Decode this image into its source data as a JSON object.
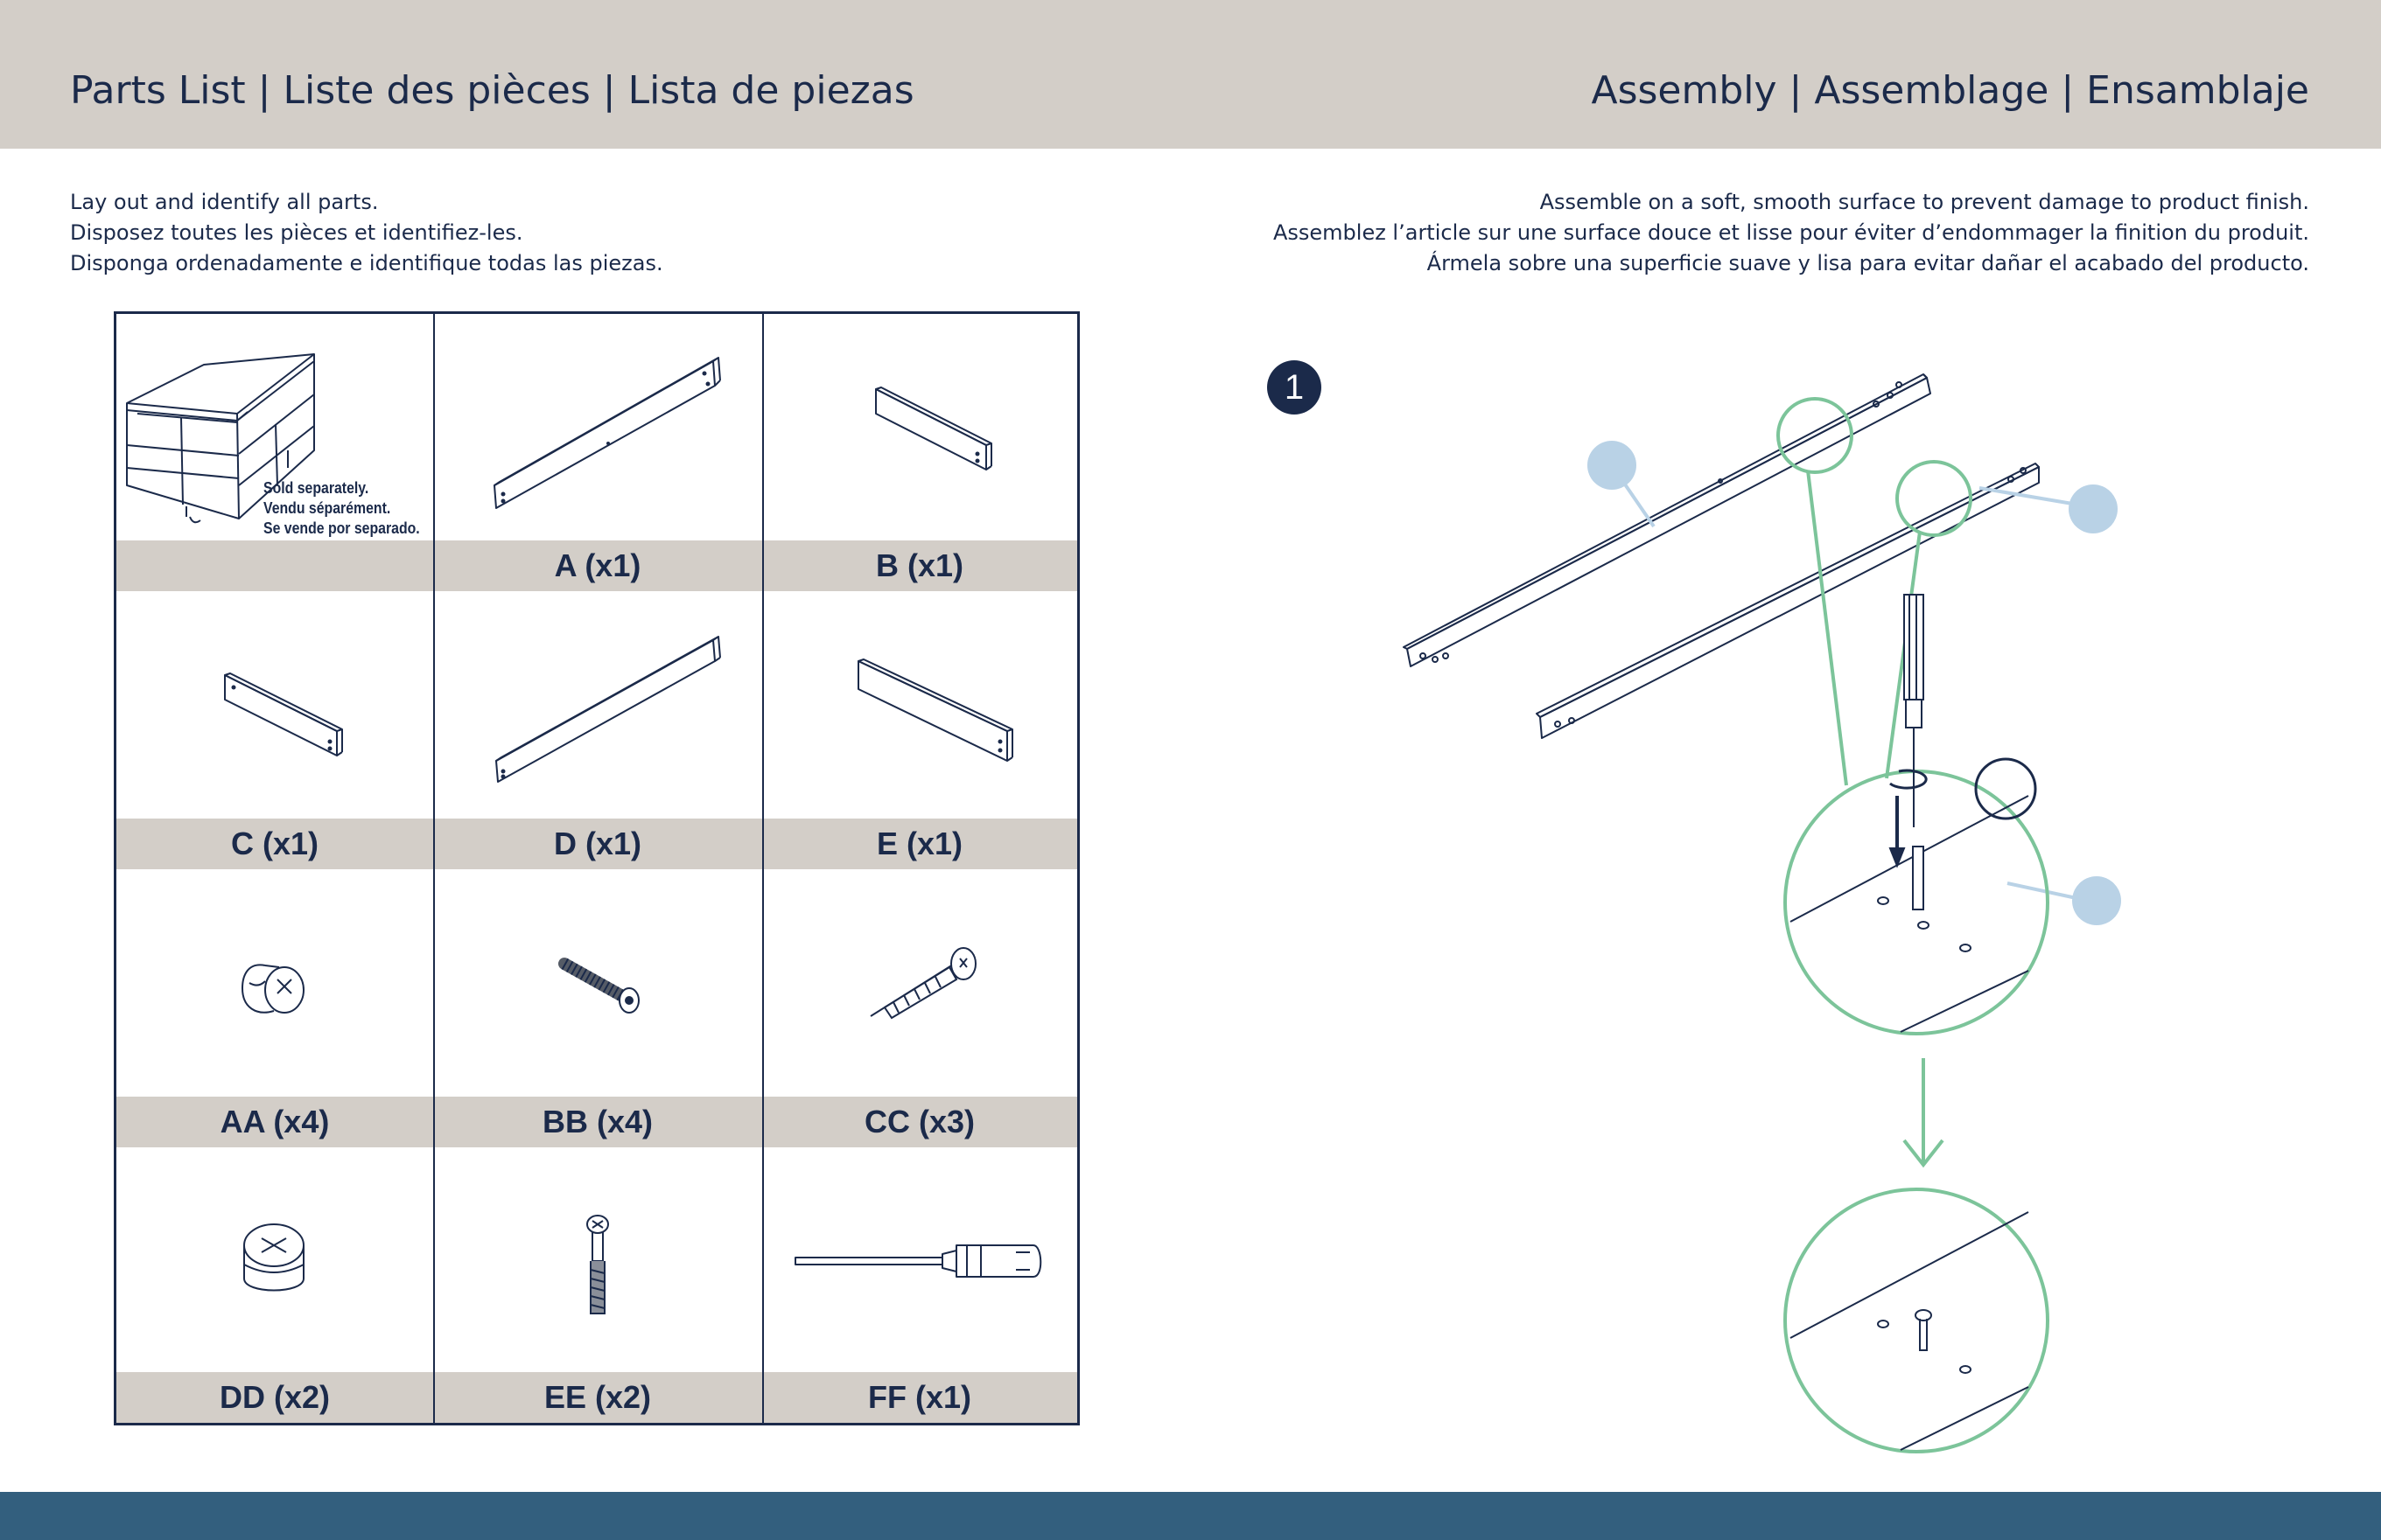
{
  "header": {
    "parts_title": "Parts List | Liste des pièces | Lista de piezas",
    "assembly_title": "Assembly | Assemblage | Ensamblaje"
  },
  "parts_instructions": [
    "Lay out and identify all parts.",
    "Disposez toutes les pièces et identifiez-les.",
    "Disponga ordenadamente e identifique todas las piezas."
  ],
  "assembly_instructions": [
    "Assemble on a soft, smooth surface to prevent damage to product finish.",
    "Assemblez l’article sur une surface douce et lisse pour éviter d’endommager la finition du produit.",
    "Ármela sobre una superficie suave y lisa para evitar dañar el acabado del producto."
  ],
  "sold_separately": [
    "Sold separately.",
    "Vendu séparément.",
    "Se vende por separado."
  ],
  "parts": [
    {
      "label": "",
      "icon": "dresser-icon"
    },
    {
      "label": "A (x1)",
      "icon": "long-rail-icon"
    },
    {
      "label": "B (x1)",
      "icon": "short-rail-icon"
    },
    {
      "label": "C (x1)",
      "icon": "short-rail-icon"
    },
    {
      "label": "D (x1)",
      "icon": "long-rail-icon"
    },
    {
      "label": "E (x1)",
      "icon": "medium-rail-icon"
    },
    {
      "label": "AA (x4)",
      "icon": "cam-lock-icon"
    },
    {
      "label": "BB (x4)",
      "icon": "bolt-icon"
    },
    {
      "label": "CC (x3)",
      "icon": "wood-screw-icon"
    },
    {
      "label": "DD (x2)",
      "icon": "cam-lock-icon"
    },
    {
      "label": "EE (x2)",
      "icon": "cam-bolt-icon"
    },
    {
      "label": "FF (x1)",
      "icon": "screwdriver-icon"
    }
  ],
  "step": {
    "number": "1"
  },
  "colors": {
    "navy": "#1b2a4a",
    "beige": "#d3cec8",
    "green": "#7cc49a",
    "light_blue": "#b9d2e6",
    "footer": "#335f7e"
  }
}
